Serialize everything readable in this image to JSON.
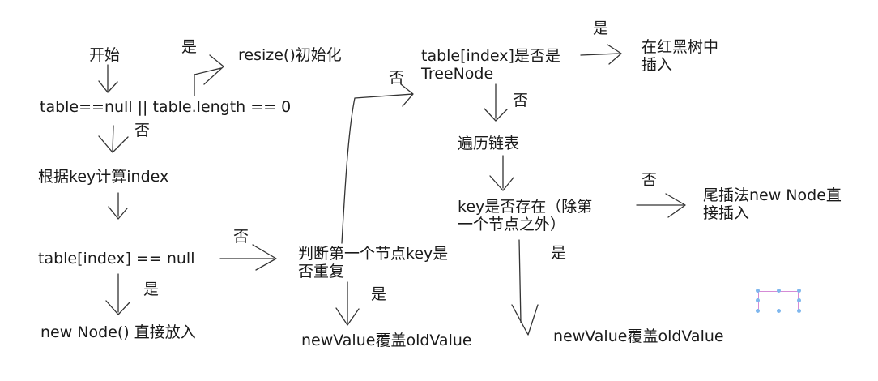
{
  "nodes": {
    "start": "开始",
    "resize_init": "resize()初始化",
    "table_null_check": "table==null || table.length == 0",
    "calc_index": "根据key计算index",
    "bucket_null_check": "table[index] == null",
    "new_node_direct": "new Node() 直接放入",
    "first_node_key_same": "判断第一个节点key是\n否重复",
    "overwrite_value_first": "newValue覆盖oldValue",
    "is_tree_node": "table[index]是否是\nTreeNode",
    "insert_rb_tree": "在红黑树中\n插入",
    "traverse_list": "遍历链表",
    "key_exists": "key是否存在（除第\n一个节点之外）",
    "tail_insert": "尾插法new Node直\n接插入",
    "overwrite_value_list": "newValue覆盖oldValue"
  },
  "edge_labels": {
    "yes_resize": "是",
    "no_table_check": "否",
    "no_bucket": "否",
    "yes_bucket": "是",
    "yes_first_key": "是",
    "no_first_key": "否",
    "yes_tree": "是",
    "no_tree": "否",
    "no_key_exists": "否",
    "yes_key_exists": "是"
  },
  "colors": {
    "text": "#1a1a1a",
    "stroke": "#333333",
    "selection_frame": "#d58bd6",
    "selection_handle": "#7fb7ee"
  }
}
